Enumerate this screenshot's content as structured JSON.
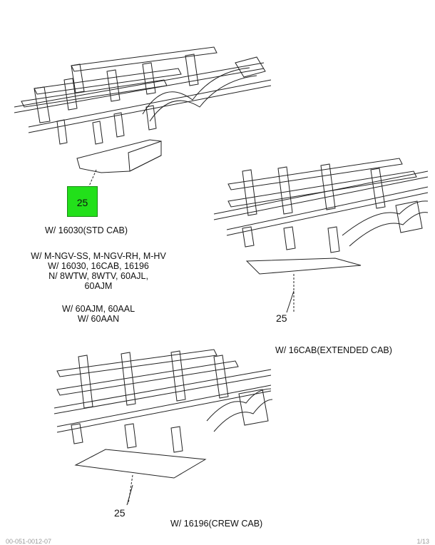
{
  "labels": {
    "std_cab": "W/ 16030(STD CAB)",
    "notes": [
      "W/ M-NGV-SS, M-NGV-RH, M-HV",
      "W/ 16030, 16CAB, 16196",
      "N/ 8WTW, 8WTV, 60AJL,",
      "60AJM"
    ],
    "notes2": [
      "W/ 60AJM, 60AAL",
      "W/ 60AAN"
    ],
    "extended_cab": "W/ 16CAB(EXTENDED CAB)",
    "crew_cab": "W/ 16196(CREW CAB)"
  },
  "callouts": {
    "std": "25",
    "extended": "25",
    "crew": "25"
  },
  "footer": {
    "left": "00-051-0012-07",
    "right": "1/13"
  },
  "colors": {
    "callout_highlight": "#22e01a",
    "line": "#222222"
  }
}
